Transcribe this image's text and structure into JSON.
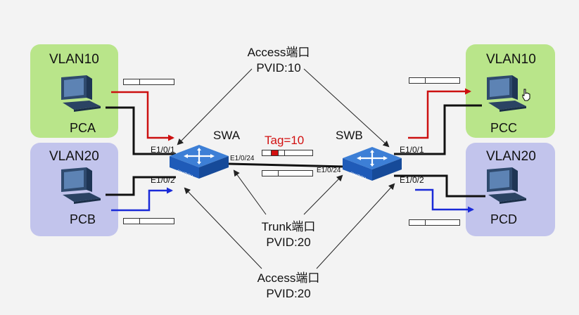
{
  "groups": {
    "pca": {
      "vlan": "VLAN10",
      "pc": "PCA"
    },
    "pcb": {
      "vlan": "VLAN20",
      "pc": "PCB"
    },
    "pcc": {
      "vlan": "VLAN10",
      "pc": "PCC"
    },
    "pcd": {
      "vlan": "VLAN20",
      "pc": "PCD"
    }
  },
  "switches": {
    "swa": {
      "name": "SWA",
      "label": "SWITCH",
      "ports": [
        "E1/0/1",
        "E1/0/2",
        "E1/0/24"
      ]
    },
    "swb": {
      "name": "SWB",
      "label": "SWITCH",
      "ports": [
        "E1/0/1",
        "E1/0/2",
        "E1/0/24"
      ]
    }
  },
  "notes": {
    "access_top": {
      "line1": "Access端口",
      "line2": "PVID:10"
    },
    "trunk": {
      "line1": "Trunk端口",
      "line2": "PVID:20"
    },
    "access_bottom": {
      "line1": "Access端口",
      "line2": "PVID:20"
    }
  },
  "tag": "Tag=10",
  "colors": {
    "vlan10_bg": "#b9e58a",
    "vlan20_bg": "#c2c4ec",
    "vlan10_arrow": "#cc1010",
    "vlan20_arrow": "#1a2ad8",
    "switch_blue": "#1f5bb8",
    "tag_red": "#d21010"
  }
}
